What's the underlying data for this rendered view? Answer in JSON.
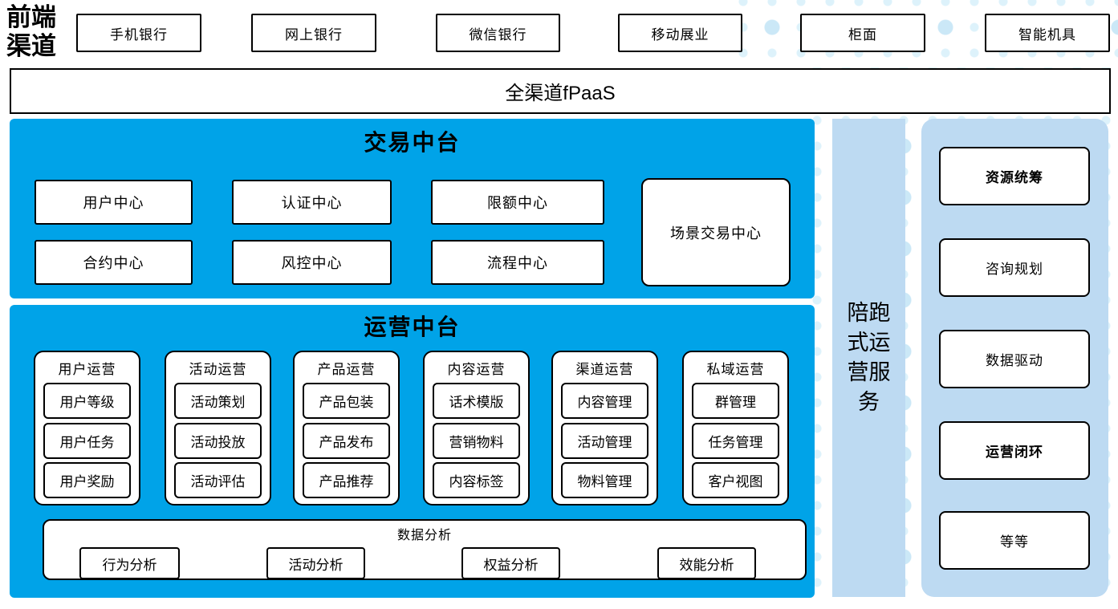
{
  "frontend": {
    "label": "前端渠道",
    "channels": [
      "手机银行",
      "网上银行",
      "微信银行",
      "移动展业",
      "柜面",
      "智能机具"
    ]
  },
  "fpaas_label": "全渠道fPaaS",
  "trade": {
    "title": "交易中台",
    "boxes": [
      "用户中心",
      "认证中心",
      "限额中心",
      "合约中心",
      "风控中心",
      "流程中心"
    ],
    "scene_box": "场景交易中心"
  },
  "ops": {
    "title": "运营中台",
    "columns": [
      {
        "header": "用户运营",
        "items": [
          "用户等级",
          "用户任务",
          "用户奖励"
        ]
      },
      {
        "header": "活动运营",
        "items": [
          "活动策划",
          "活动投放",
          "活动评估"
        ]
      },
      {
        "header": "产品运营",
        "items": [
          "产品包装",
          "产品发布",
          "产品推荐"
        ]
      },
      {
        "header": "内容运营",
        "items": [
          "话术模版",
          "营销物料",
          "内容标签"
        ]
      },
      {
        "header": "渠道运营",
        "items": [
          "内容管理",
          "活动管理",
          "物料管理"
        ]
      },
      {
        "header": "私域运营",
        "items": [
          "群管理",
          "任务管理",
          "客户视图"
        ]
      }
    ],
    "analysis": {
      "title": "数据分析",
      "items": [
        "行为分析",
        "活动分析",
        "权益分析",
        "效能分析"
      ]
    }
  },
  "runner_bar_label": "陪跑式运营服务",
  "right_panel": {
    "items": [
      "资源统筹",
      "咨询规划",
      "数据驱动",
      "运营闭环",
      "等等"
    ],
    "bold_flags": [
      true,
      false,
      false,
      true,
      false
    ]
  },
  "colors": {
    "primary_blue": "#00A3E8",
    "panel_blue": "#BDDAF2",
    "dot_blue": "#CBE8F7"
  }
}
